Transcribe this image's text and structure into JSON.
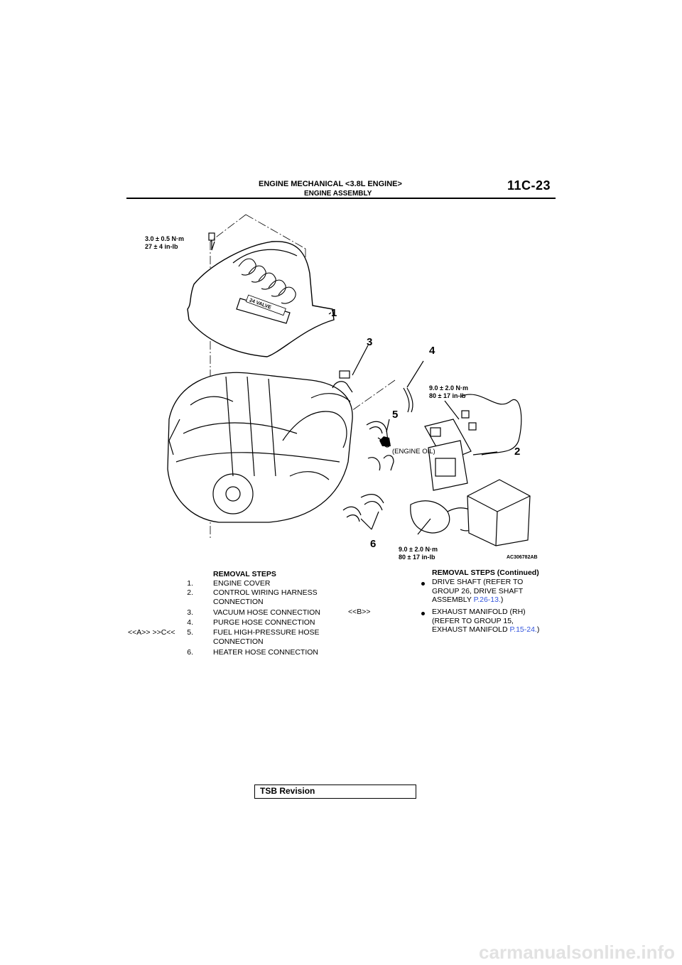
{
  "header": {
    "title": "ENGINE MECHANICAL <3.8L ENGINE>",
    "subtitle": "ENGINE ASSEMBLY",
    "page_number": "11C-23"
  },
  "diagram": {
    "torque_cover_line1": "3.0 ± 0.5 N·m",
    "torque_cover_line2": "27 ± 4 in-lb",
    "torque_upper_line1": "9.0 ± 2.0 N·m",
    "torque_upper_line2": "80 ± 17 in-lb",
    "torque_lower_line1": "9.0 ± 2.0 N·m",
    "torque_lower_line2": "80 ± 17 in-lb",
    "callouts": [
      "1",
      "2",
      "3",
      "4",
      "5",
      "6"
    ],
    "oil_label": "(ENGINE OIL)",
    "figure_id": "AC306782AB",
    "cover_badge_text": "24 VALVE"
  },
  "removal_steps": {
    "heading": "REMOVAL STEPS",
    "left_mark": "<<A>>    >>C<<",
    "items": [
      {
        "num": "1.",
        "line1": "ENGINE COVER",
        "line2": ""
      },
      {
        "num": "2.",
        "line1": "CONTROL WIRING HARNESS",
        "line2": "CONNECTION"
      },
      {
        "num": "3.",
        "line1": "VACUUM HOSE CONNECTION",
        "line2": ""
      },
      {
        "num": "4.",
        "line1": "PURGE HOSE CONNECTION",
        "line2": ""
      },
      {
        "num": "5.",
        "line1": "FUEL HIGH-PRESSURE HOSE",
        "line2": "CONNECTION"
      },
      {
        "num": "6.",
        "line1": "HEATER HOSE CONNECTION",
        "line2": ""
      }
    ]
  },
  "removal_steps_cont": {
    "heading": "REMOVAL STEPS (Continued)",
    "mark_b": "<<B>>",
    "items": [
      {
        "line1": "DRIVE SHAFT (REFER TO",
        "line2": "GROUP 26, DRIVE SHAFT",
        "line3": "ASSEMBLY ",
        "link": "P.26-13.",
        "tail": ")"
      },
      {
        "line1": "EXHAUST MANIFOLD (RH)",
        "line2": "(REFER TO GROUP 15,",
        "line3": "EXHAUST MANIFOLD ",
        "link": "P.15-24.",
        "tail": ")"
      }
    ]
  },
  "footer": {
    "tsb_label": "TSB Revision",
    "watermark": "carmanualsonline.info"
  }
}
